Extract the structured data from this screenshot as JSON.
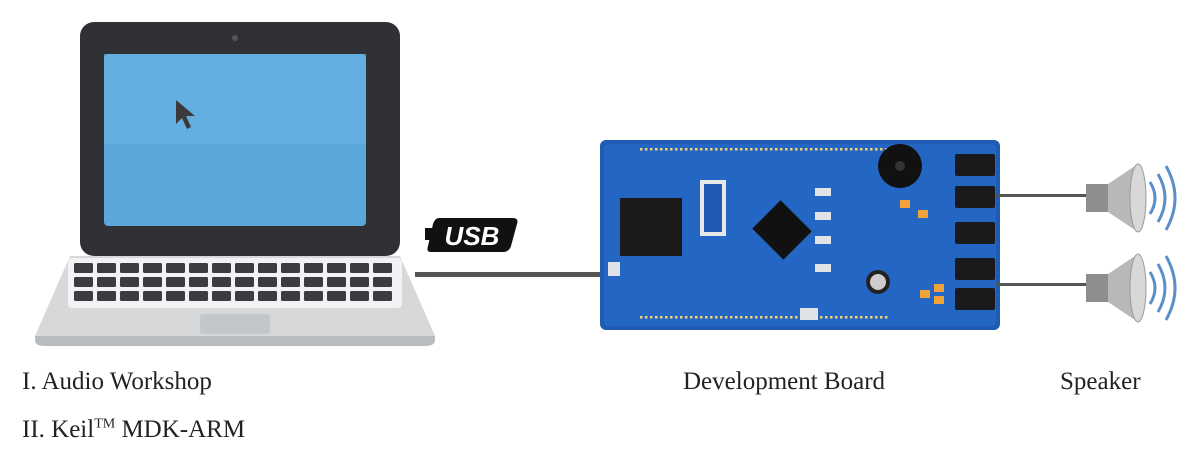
{
  "labels": {
    "software_1": "I. Audio Workshop",
    "software_2_prefix": "II. Keil",
    "software_2_tm": "TM",
    "software_2_suffix": " MDK-ARM",
    "board": "Development Board",
    "speaker": "Speaker"
  },
  "usb_badge": "USB",
  "icons": [
    "laptop-icon",
    "mouse-cursor-icon",
    "usb-badge-icon",
    "development-board-image",
    "speaker-icon"
  ],
  "colors": {
    "laptop_bezel": "#2f3134",
    "laptop_screen": "#5aa7dc",
    "laptop_body": "#d6d8da",
    "board_pcb": "#1f5bb5",
    "cable": "#555555",
    "speaker_waves": "#5b8fc9"
  }
}
